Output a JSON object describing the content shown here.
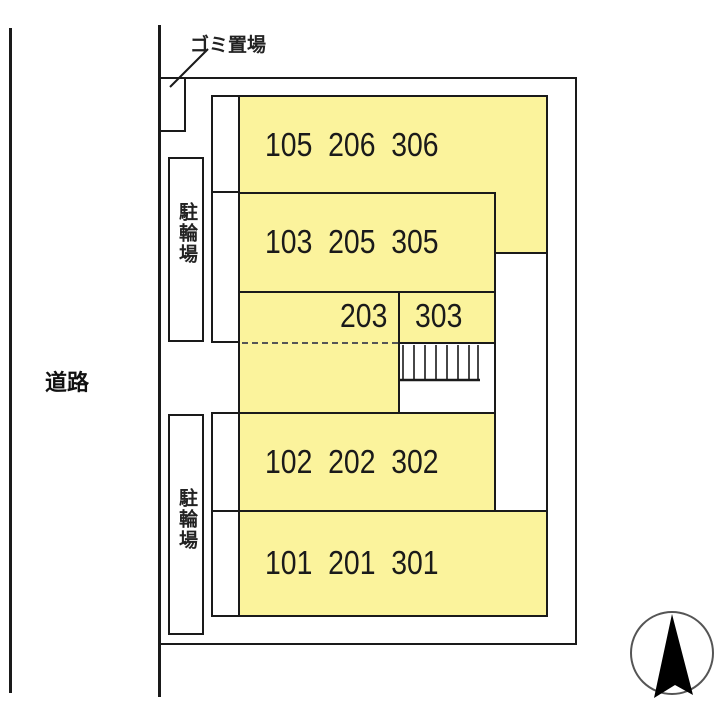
{
  "diagram": {
    "type": "site-layout-floor-plan",
    "road_label": "道路",
    "garbage_area_label": "ゴミ置場",
    "bicycle_parking": [
      {
        "label": "駐輪場"
      },
      {
        "label": "駐輪場"
      }
    ],
    "units": {
      "row1": "105  206  306",
      "row2": "103  205  305",
      "row3a": "203",
      "row3b": "303",
      "row4": "102  202  302",
      "row5": "101  201  301"
    },
    "compass": {
      "direction": "north",
      "icon": "north-arrow-icon"
    },
    "colors": {
      "unit_fill": "#fbf39c",
      "outline": "#1a1a1a",
      "background": "#ffffff"
    }
  }
}
